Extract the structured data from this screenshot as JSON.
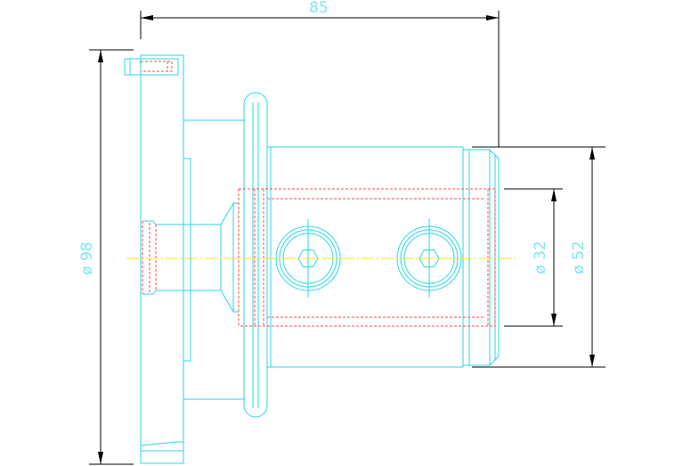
{
  "dimensions": {
    "length_label": "85",
    "outer_diameter_label": "ø 98",
    "body_diameter_label": "ø 52",
    "bore_diameter_label": "ø 32"
  },
  "colors": {
    "outline": "#29d6e6",
    "hidden_lines": "#ff4b4b",
    "center_line": "#ffe600",
    "dimension_lines": "#000000",
    "dimension_text": "#7fe6f0",
    "background": "#ffffff"
  }
}
